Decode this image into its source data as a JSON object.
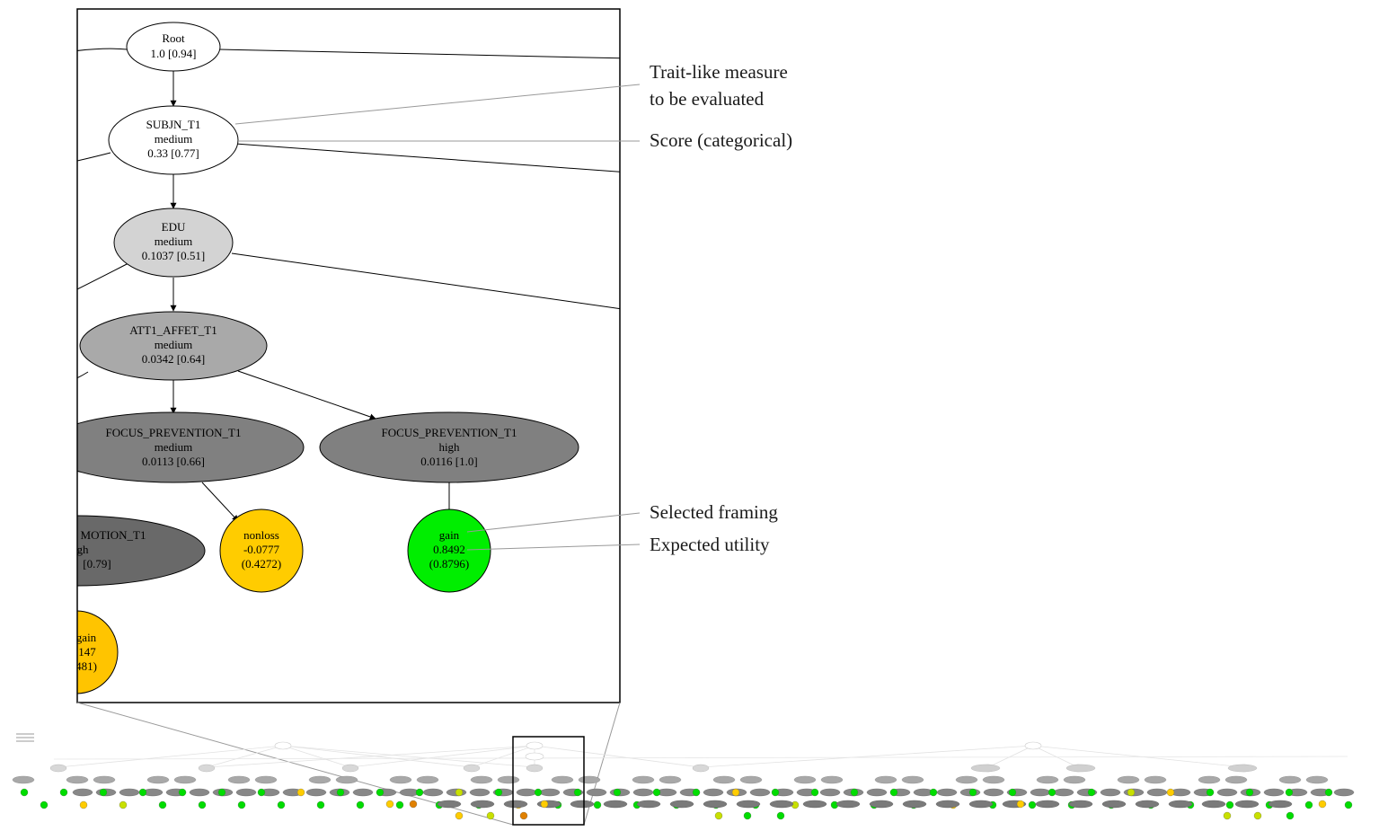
{
  "nodes": {
    "root": {
      "lines": [
        "Root",
        "1.0 [0.94]"
      ],
      "fill": "#ffffff"
    },
    "subjn": {
      "lines": [
        "SUBJN_T1",
        "medium",
        "0.33 [0.77]"
      ],
      "fill": "#ffffff"
    },
    "edu": {
      "lines": [
        "EDU",
        "medium",
        "0.1037 [0.51]"
      ],
      "fill": "#d3d3d3"
    },
    "att1": {
      "lines": [
        "ATT1_AFFET_T1",
        "medium",
        "0.0342 [0.64]"
      ],
      "fill": "#a9a9a9"
    },
    "focus_medium": {
      "lines": [
        "FOCUS_PREVENTION_T1",
        "medium",
        "0.0113 [0.66]"
      ],
      "fill": "#808080"
    },
    "focus_high": {
      "lines": [
        "FOCUS_PREVENTION_T1",
        "high",
        "0.0116 [1.0]"
      ],
      "fill": "#808080"
    },
    "promotion_partial": {
      "lines": [
        "MOTION_T1",
        "gh",
        "[0.79]"
      ],
      "fill": "#696969"
    },
    "nonloss": {
      "lines": [
        "nonloss",
        "-0.0777",
        "(0.4272)"
      ],
      "fill": "#ffcc00"
    },
    "gain": {
      "lines": [
        "gain",
        "0.8492",
        "(0.8796)"
      ],
      "fill": "#00ee00"
    },
    "gain_partial": {
      "lines": [
        "gain",
        "147",
        "481)"
      ],
      "fill": "#ffc400"
    }
  },
  "callouts": {
    "trait": [
      "Trait-like  measure",
      "to be evaluated"
    ],
    "score": [
      "Score (categorical)"
    ],
    "framing": [
      "Selected framing"
    ],
    "utility": [
      "Expected utility"
    ]
  },
  "colors": {
    "decision_positive": "#00dd00",
    "decision_neutral": "#ffcc00",
    "decision_negative": "#e08000",
    "outline": "#000000",
    "leader_line": "#999999"
  }
}
